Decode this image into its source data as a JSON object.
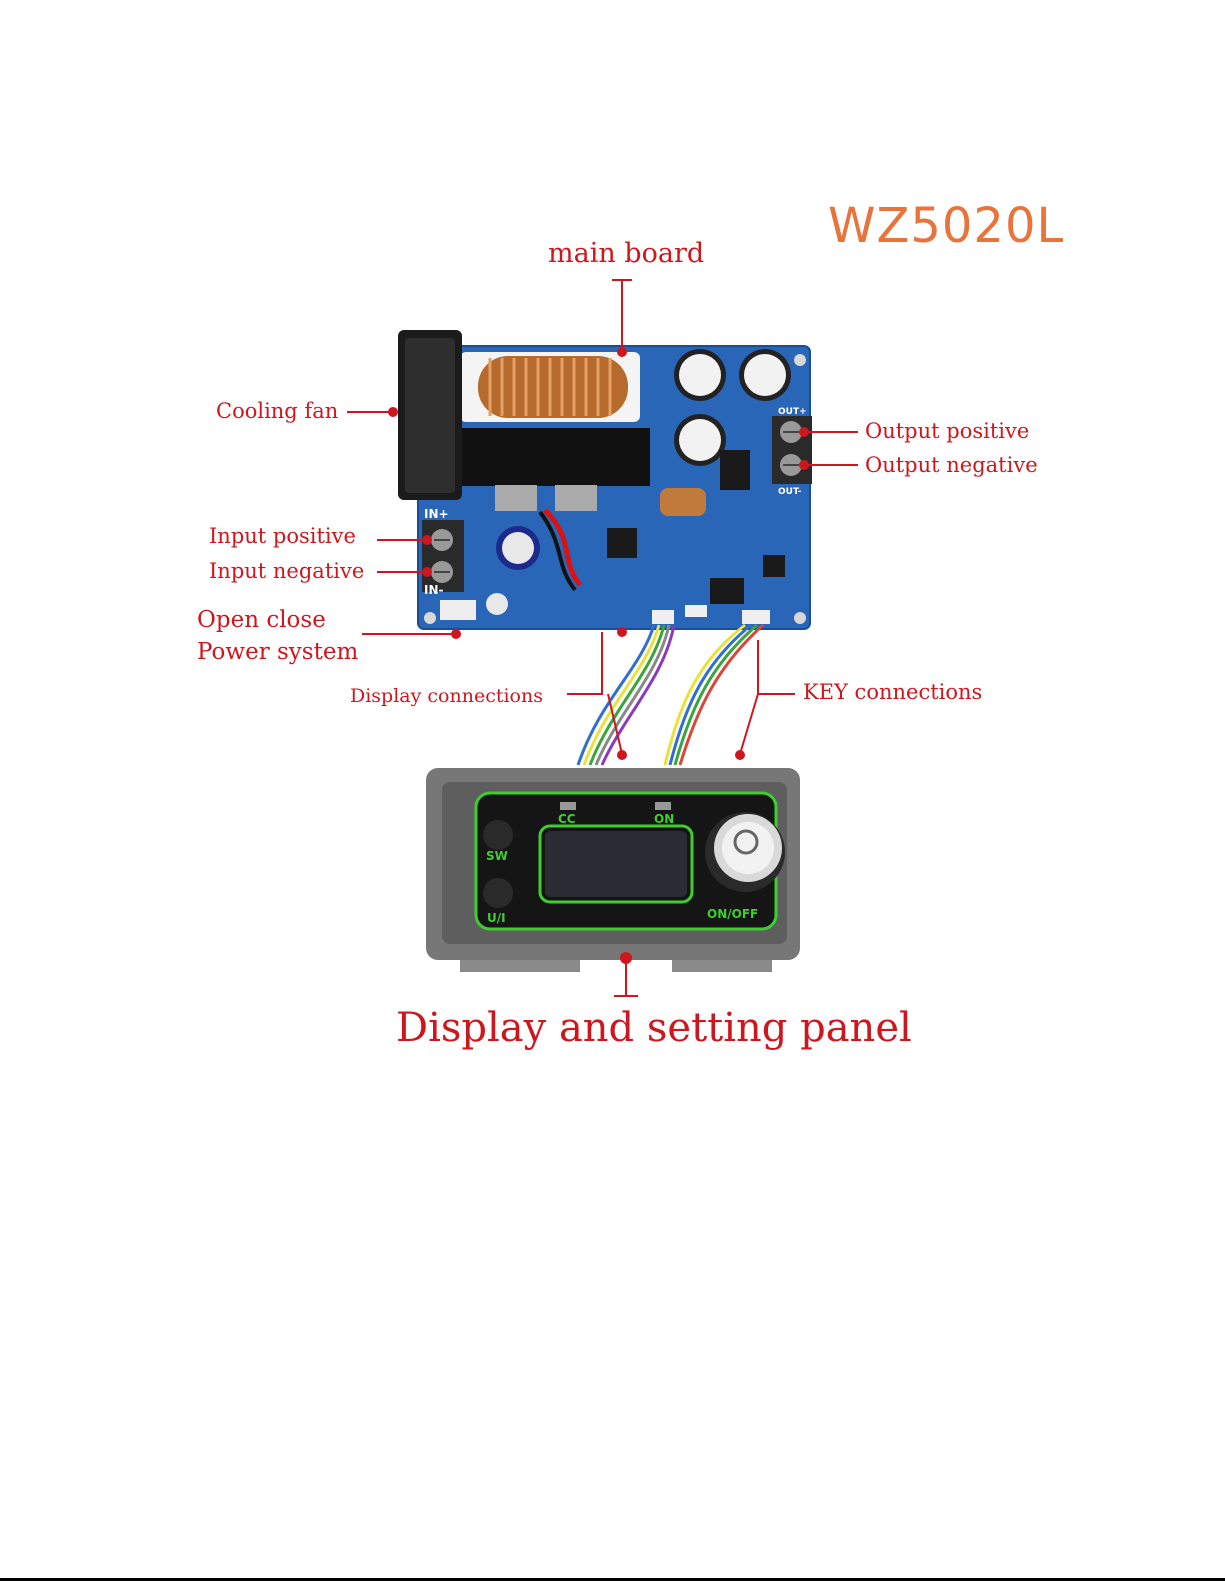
{
  "title": "WZ5020L",
  "labels": {
    "main_board": "main board",
    "cooling_fan": "Cooling fan",
    "output_positive": "Output positive",
    "output_negative": "Output negative",
    "input_positive": "Input positive",
    "input_negative": "Input negative",
    "open_close_line1": "Open close",
    "open_close_line2": "Power system",
    "display_connections": "Display connections",
    "key_connections": "KEY connections",
    "display_panel": "Display and setting panel"
  },
  "board_marks": {
    "in_plus": "IN+",
    "in_minus": "IN-",
    "out_plus": "OUT+",
    "out_minus": "OUT-"
  },
  "panel_marks": {
    "cc": "CC",
    "on": "ON",
    "sw": "SW",
    "ui": "U/I",
    "onoff": "ON/OFF"
  },
  "colors": {
    "label_red": "#d0161d",
    "title_orange": "#e8743b",
    "pcb_blue": "#2a66b8",
    "panel_green": "#3ecf2e"
  }
}
